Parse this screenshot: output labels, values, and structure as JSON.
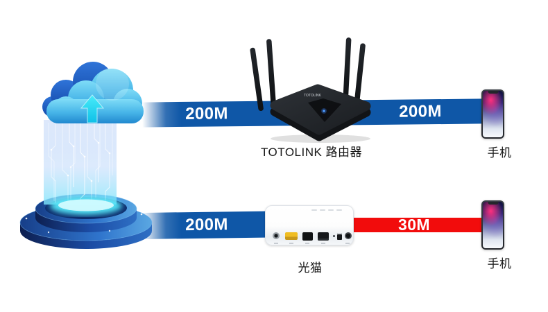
{
  "page": {
    "background": "#ffffff"
  },
  "palette": {
    "bar_blue": "#0f57a7",
    "bar_red": "#f20c0c",
    "text_dark": "#161616",
    "text_white": "#ffffff",
    "cloud_blue": "#2e97dc",
    "glow_cyan": "#54e9fa"
  },
  "left_graphic": {
    "icon": "cloud-upload-pedestal-icon"
  },
  "top_row": {
    "uplink_speed": "200M",
    "device_name": "TOTOLINK 路由器",
    "device_logo": "TOTOLINK",
    "downlink_speed": "200M",
    "endpoint_name": "手机"
  },
  "bottom_row": {
    "uplink_speed": "200M",
    "device_name": "光猫",
    "downlink_speed": "30M",
    "endpoint_name": "手机"
  }
}
